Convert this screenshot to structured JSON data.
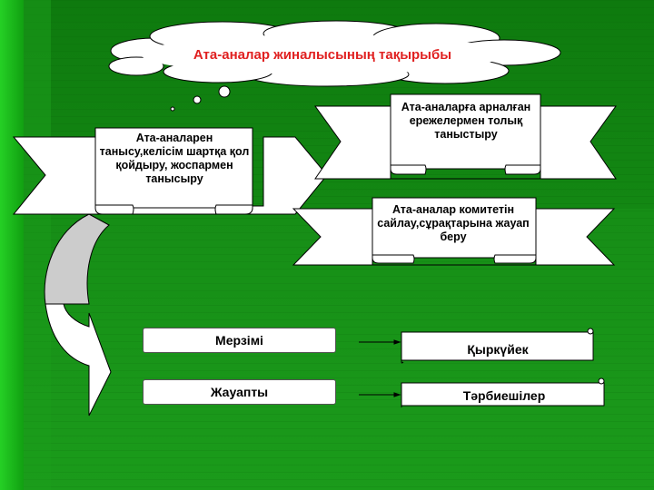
{
  "title": "Ата-аналар жиналысының тақырыбы",
  "banners": [
    {
      "text": "Ата-аналарен танысу,келісім шартқа қол қойдыру, жоспармен танысыру"
    },
    {
      "text": "Ата-аналарға арналған ережелермен толық таныстыру"
    },
    {
      "text": "Ата-аналар комитетін сайлау,сұрақтарына жауап беру"
    }
  ],
  "rows": [
    {
      "label": "Мерзімі",
      "value": "Қыркүйек"
    },
    {
      "label": "Жауапты",
      "value": "Тәрбиешілер"
    }
  ],
  "colors": {
    "background_top": "#0f7d0f",
    "background_bottom": "#1a9e1a",
    "left_band": "#22cc22",
    "title_text": "#e02020"
  }
}
